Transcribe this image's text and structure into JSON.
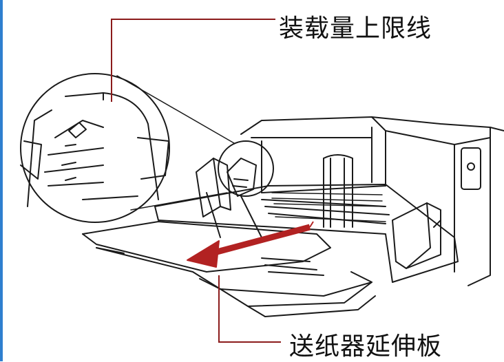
{
  "labels": {
    "load_limit": "装载量上限线",
    "chute_extension": "送纸器延伸板"
  },
  "colors": {
    "callout_line": "#8b1a1a",
    "arrow": "#b22222",
    "left_rule": "#2f7fcf",
    "outline": "#1a1a1a"
  },
  "icons": {
    "arrow": "pull-direction-arrow"
  }
}
